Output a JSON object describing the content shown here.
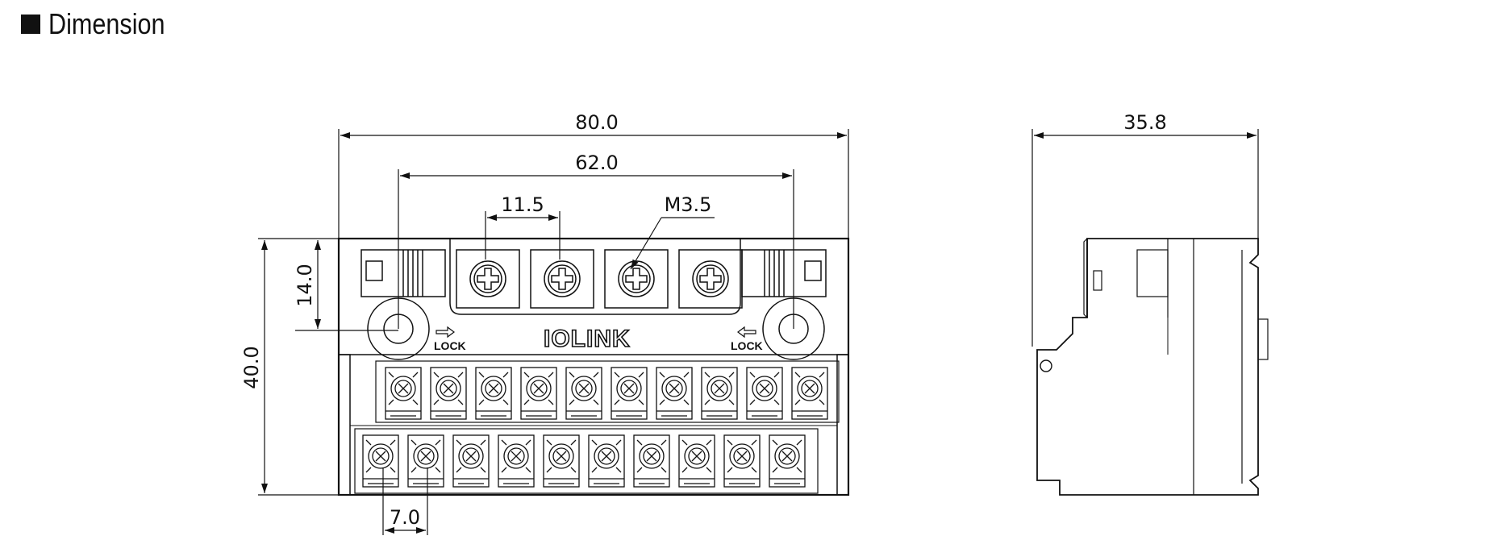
{
  "header": {
    "title": "Dimension"
  },
  "dimensions": {
    "total_width": "80.0",
    "mount_pitch": "62.0",
    "screw_pitch": "11.5",
    "screw_size": "M3.5",
    "top_height": "14.0",
    "total_height": "40.0",
    "terminal_pitch": "7.0",
    "depth": "35.8"
  },
  "labels": {
    "lock_left": "LOCK",
    "lock_right": "LOCK",
    "logo": "IOLINK"
  },
  "colors": {
    "line": "#111111",
    "background": "#ffffff"
  },
  "icons": [
    "lock-arrow-right-icon",
    "lock-arrow-left-icon",
    "screw-icon",
    "terminal-screw-icon"
  ]
}
